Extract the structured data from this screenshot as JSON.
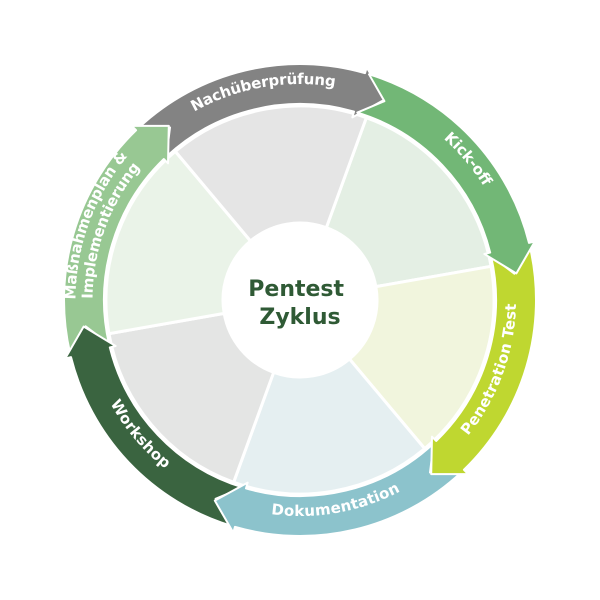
{
  "title_lines": [
    "Pentest",
    "Zyklus"
  ],
  "colors": {
    "title": "#2f5a35",
    "label": "#ffffff",
    "ring_background": "#ffffff",
    "center_fill": "#ffffff"
  },
  "phases": [
    {
      "lines": [
        "Kick-off"
      ],
      "arrow_color": "#72b776",
      "sector_color": "#e4efe4"
    },
    {
      "lines": [
        "Penetration Test"
      ],
      "arrow_color": "#bfd730",
      "sector_color": "#f1f5dd"
    },
    {
      "lines": [
        "Dokumentation"
      ],
      "arrow_color": "#8cc3cc",
      "sector_color": "#e5eff1"
    },
    {
      "lines": [
        "Workshop"
      ],
      "arrow_color": "#3a6440",
      "sector_color": "#e4e5e4"
    },
    {
      "lines": [
        "Maßnahmenplan &",
        "Implementierung"
      ],
      "arrow_color": "#98c893",
      "sector_color": "#eaf3e8"
    },
    {
      "lines": [
        "Nachüberprüfung"
      ],
      "arrow_color": "#838383",
      "sector_color": "#e5e5e5"
    }
  ]
}
